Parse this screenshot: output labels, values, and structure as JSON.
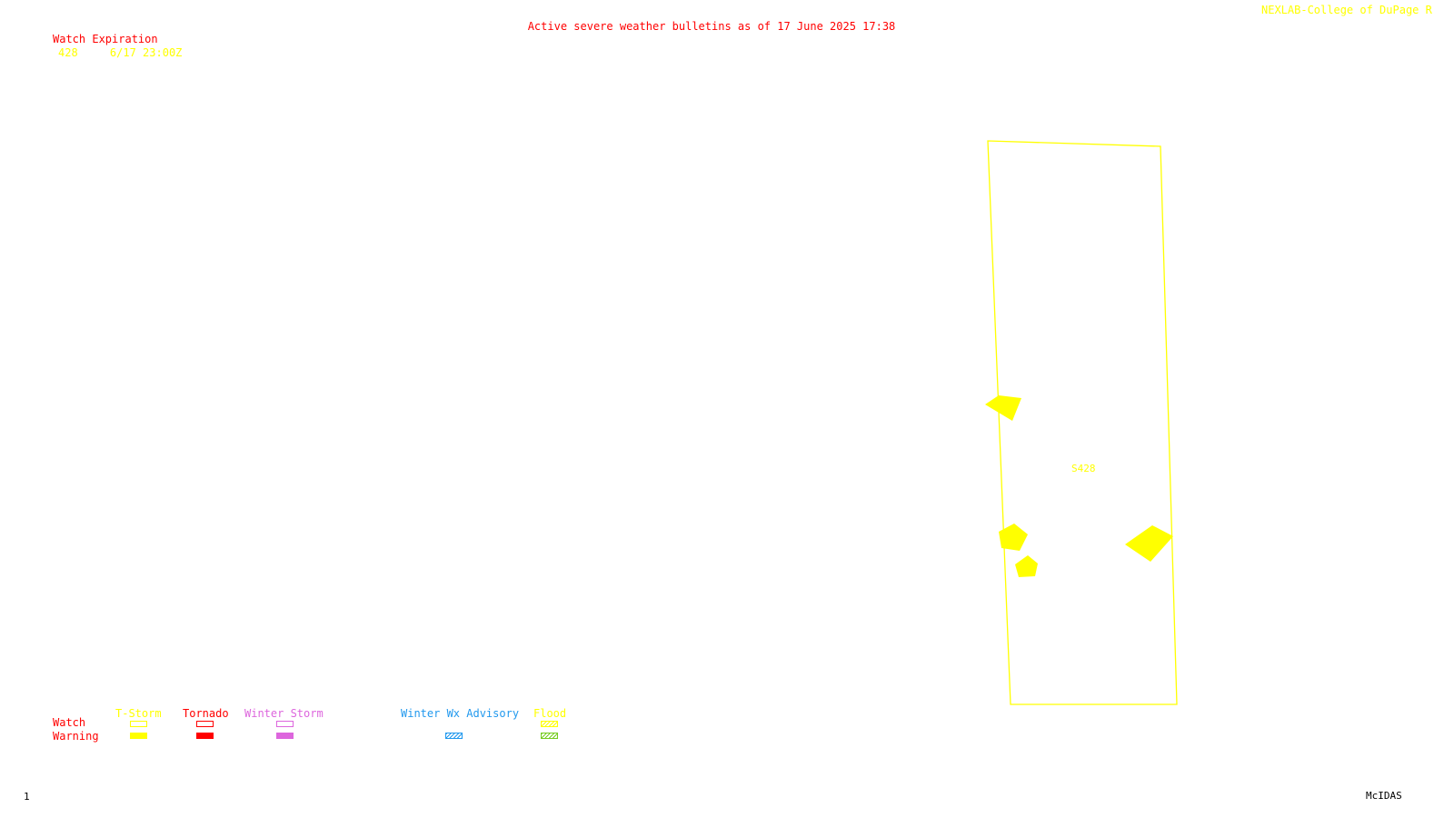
{
  "header": {
    "title": "Active severe weather bulletins as of 17 June 2025 17:38",
    "credit": "NEXLAB-College of DuPage R"
  },
  "watch_expiration": {
    "heading": "Watch Expiration",
    "rows": [
      {
        "watch_number": "428",
        "expires": "6/17 23:00Z"
      }
    ]
  },
  "map": {
    "watch_label": "S428",
    "watch_outline_color": "#ffff00",
    "warning_fill_color": "#ffff00"
  },
  "legend": {
    "row_labels": {
      "watch": "Watch",
      "warning": "Warning"
    },
    "categories": [
      {
        "label": "T-Storm",
        "color": "#ffff00",
        "watch": "outline",
        "warning": "solid"
      },
      {
        "label": "Tornado",
        "color": "#ff0000",
        "watch": "outline",
        "warning": "solid"
      },
      {
        "label": "Winter Storm",
        "color": "#dd66dd",
        "watch": "outline",
        "warning": "solid"
      },
      {
        "label": "Winter Wx Advisory",
        "color": "#2299ee",
        "watch": "none",
        "warning": "hatched"
      },
      {
        "label": "Flood",
        "color": "#ffff00",
        "watch": "hatched",
        "warning": "hatched",
        "warning_color": "#77cc22"
      }
    ]
  },
  "footer": {
    "frame_number": "1",
    "software": "McIDAS"
  }
}
